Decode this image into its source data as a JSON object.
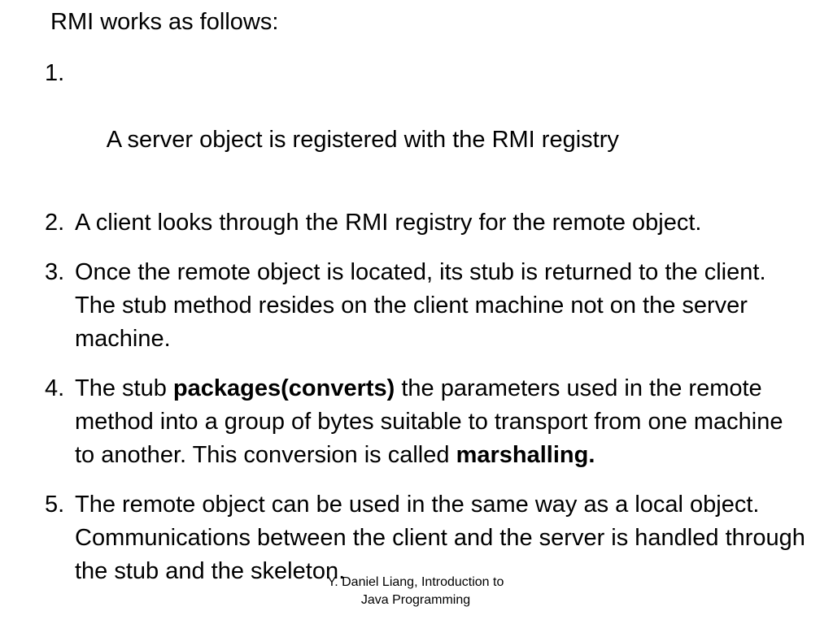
{
  "heading": "RMI works as follows:",
  "items": [
    {
      "number": "1.",
      "text": " A server object is registered with the RMI registry"
    },
    {
      "number": "2.",
      "text": "A client looks through the RMI registry for the remote object."
    },
    {
      "number": "3.",
      "text": "Once the remote object is located, its stub is returned to the client. The stub method resides on the client machine not on the server machine."
    },
    {
      "number": "4.",
      "text_a": "The stub ",
      "bold_a": "packages(converts)",
      "text_b": " the parameters used in the remote method into a group of bytes suitable to transport from one machine to another. This conversion is called ",
      "bold_b": "marshalling."
    },
    {
      "number": "5.",
      "text": "The remote object can be used in the same way as a local object. Communications between the client and the server is handled through the stub and the skeleton."
    }
  ],
  "footer": {
    "line1": "Y. Daniel Liang, Introduction to",
    "line2": "Java Programming"
  }
}
